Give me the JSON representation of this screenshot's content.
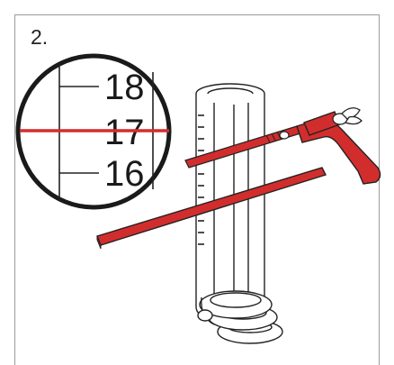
{
  "step_label": "2.",
  "scale_readings": [
    "18",
    "17",
    "16"
  ],
  "colors": {
    "accent_red": "#d22d2d",
    "line": "#222222",
    "frame": "#9a9a9a"
  }
}
